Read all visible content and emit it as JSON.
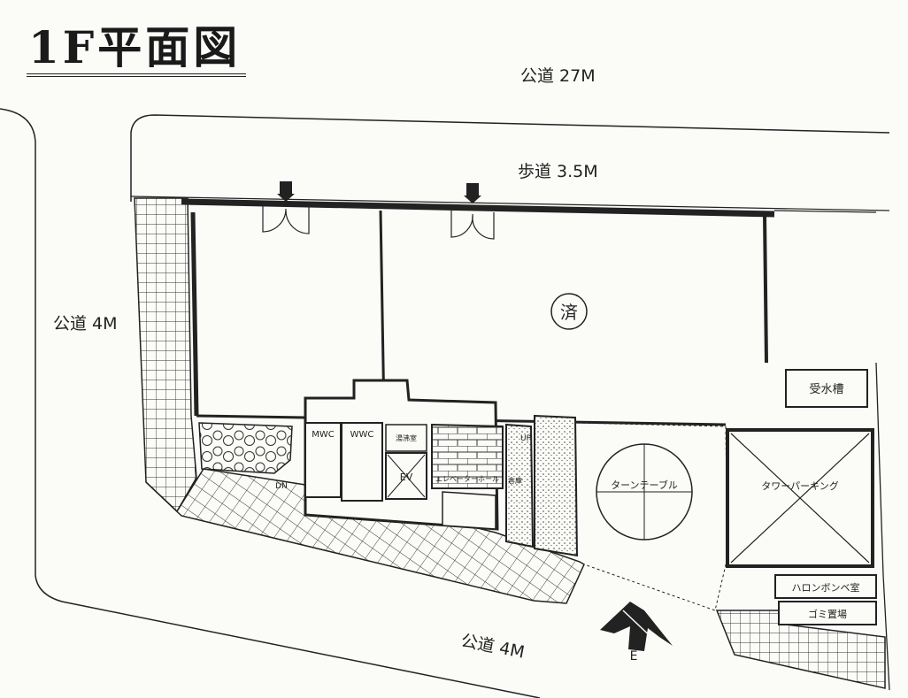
{
  "title": "1F平面図",
  "roads": {
    "top": "公道 27M",
    "sidewalk": "歩道 3.5M",
    "left": "公道 4M",
    "bottom": "公道 4M"
  },
  "rooms": {
    "seal": "済",
    "water_tank": "受水槽",
    "turntable": "ターンテーブル",
    "tower_parking": "タワーパーキング",
    "halon_room": "ハロンボンベ室",
    "garbage": "ゴミ置場",
    "mwc": "MWC",
    "wwc": "WWC",
    "ev": "EV",
    "hall": "エレベーターホール",
    "hot_water": "湯沸室",
    "storage": "倉庫",
    "up": "UP",
    "dn": "DN"
  },
  "compass": {
    "label": "E"
  },
  "colors": {
    "ink": "#222222",
    "paper": "#fbfbf8"
  }
}
